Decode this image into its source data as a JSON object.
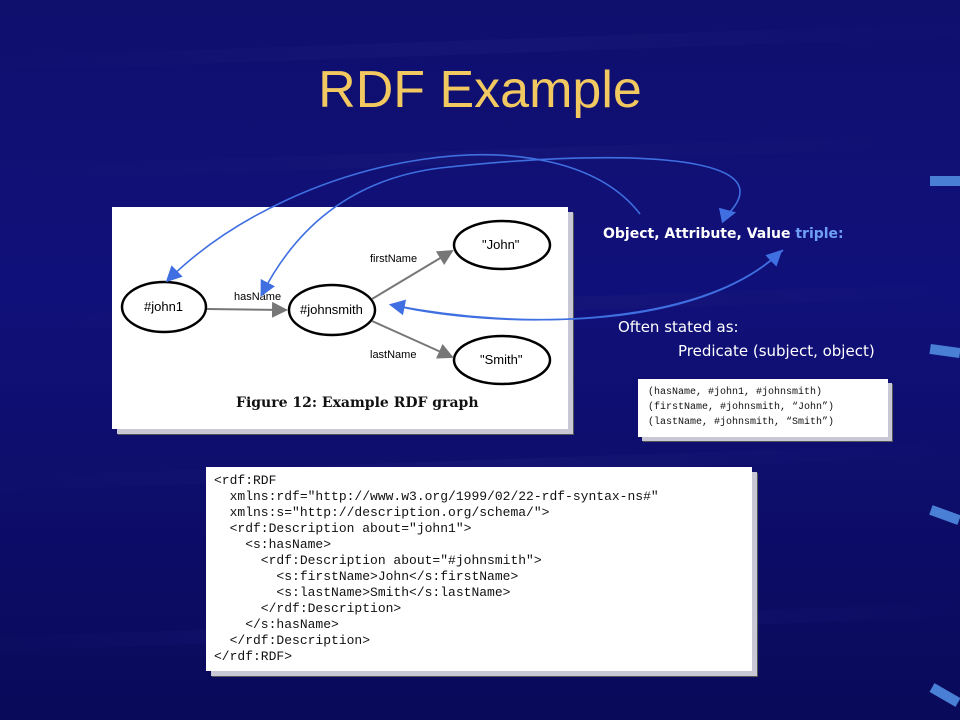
{
  "title": "RDF Example",
  "figure": {
    "nodes": {
      "john1": "#john1",
      "johnsmith": "#johnsmith",
      "john": "\"John\"",
      "smith": "\"Smith\""
    },
    "edges": {
      "hasName": "hasName",
      "firstName": "firstName",
      "lastName": "lastName"
    },
    "caption": "Figure 12: Example RDF graph"
  },
  "oav": {
    "main": "Object, Attribute, Value",
    "accent": "triple:"
  },
  "often_stated": "Often stated as:",
  "predicate_form": "Predicate (subject, object)",
  "triples": [
    "(hasName, #john1, #johnsmith)",
    "(firstName, #johnsmith, “John”)",
    "(lastName, #johnsmith, “Smith”)"
  ],
  "xml_lines": [
    "<rdf:RDF",
    "  xmlns:rdf=\"http://www.w3.org/1999/02/22-rdf-syntax-ns#\"",
    "  xmlns:s=\"http://description.org/schema/\">",
    "  <rdf:Description about=\"john1\">",
    "    <s:hasName>",
    "      <rdf:Description about=\"#johnsmith\">",
    "        <s:firstName>John</s:firstName>",
    "        <s:lastName>Smith</s:lastName>",
    "      </rdf:Description>",
    "    </s:hasName>",
    "  </rdf:Description>",
    "</rdf:RDF>"
  ],
  "colors": {
    "title": "#f2c860",
    "accent": "#6f9ff2",
    "arrow": "#3f6fe0"
  }
}
